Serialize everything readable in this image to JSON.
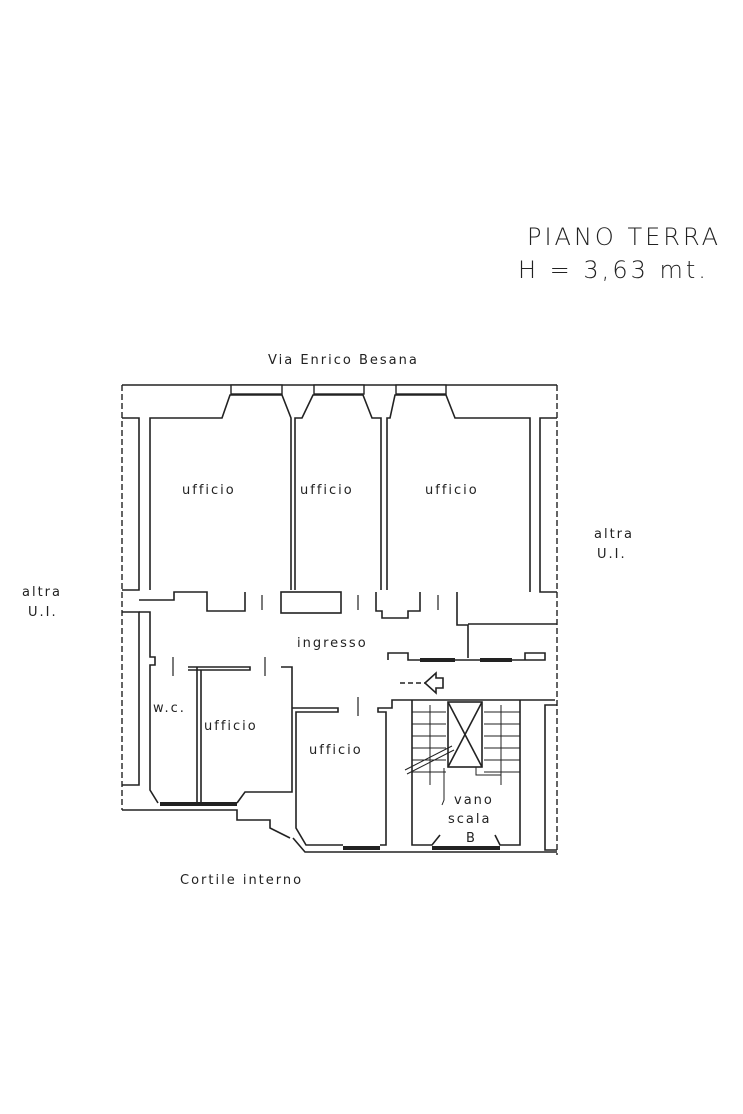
{
  "title": {
    "line1": "PIANO TERRA",
    "line2": "H = 3,63 mt."
  },
  "street": "Via Enrico Besana",
  "courtyard": "Cortile interno",
  "neighbors": {
    "left": [
      "altra",
      "U.I."
    ],
    "right": [
      "altra",
      "U.I."
    ]
  },
  "rooms": {
    "office_top_left": "ufficio",
    "office_top_middle": "ufficio",
    "office_top_right": "ufficio",
    "entrance": "ingresso",
    "wc": "w.c.",
    "office_bottom_left": "ufficio",
    "office_bottom_middle": "ufficio",
    "stair": [
      "vano",
      "scala",
      "B"
    ]
  }
}
